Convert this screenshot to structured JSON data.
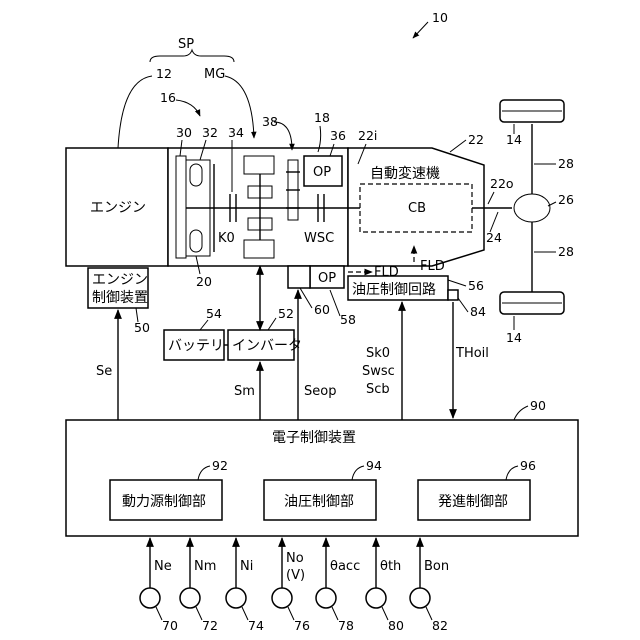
{
  "figure_number": "10",
  "group_labels": {
    "sp": "SP",
    "engine_ref": "12",
    "mg": "MG",
    "mg_ref": "16"
  },
  "blocks": {
    "engine": "エンジン",
    "engine_control_line1": "エンジン",
    "engine_control_line2": "制御装置",
    "battery": "バッテリ",
    "inverter": "インバータ",
    "transmission": "自動変速機",
    "cb": "CB",
    "wsc": "WSC",
    "k0": "K0",
    "op_mech": "OP",
    "op_elec": "OP",
    "hydraulic_circuit": "油圧制御回路",
    "fld_upper": "FLD",
    "fld_lower": "FLD",
    "ecu": "電子制御装置",
    "power_source_control": "動力源制御部",
    "hydraulic_control": "油圧制御部",
    "start_control": "発進制御部"
  },
  "refs": {
    "r14a": "14",
    "r14b": "14",
    "r18": "18",
    "r20": "20",
    "r22": "22",
    "r22i": "22i",
    "r22o": "22o",
    "r24": "24",
    "r26": "26",
    "r28a": "28",
    "r28b": "28",
    "r30": "30",
    "r32": "32",
    "r34": "34",
    "r36": "36",
    "r38": "38",
    "r50": "50",
    "r52": "52",
    "r54": "54",
    "r56": "56",
    "r58": "58",
    "r60": "60",
    "r84": "84",
    "r90": "90",
    "r92": "92",
    "r94": "94",
    "r96": "96"
  },
  "signals": {
    "se": "Se",
    "sm": "Sm",
    "seop": "Seop",
    "sk0": "Sk0",
    "swsc": "Swsc",
    "scb": "Scb",
    "thoil": "THoil"
  },
  "sensors": [
    {
      "signal": "Ne",
      "ref": "70"
    },
    {
      "signal": "Nm",
      "ref": "72"
    },
    {
      "signal": "Ni",
      "ref": "74"
    },
    {
      "signal": "No",
      "signal2": "(V)",
      "ref": "76"
    },
    {
      "signal": "θacc",
      "ref": "78"
    },
    {
      "signal": "θth",
      "ref": "80"
    },
    {
      "signal": "Bon",
      "ref": "82"
    }
  ]
}
